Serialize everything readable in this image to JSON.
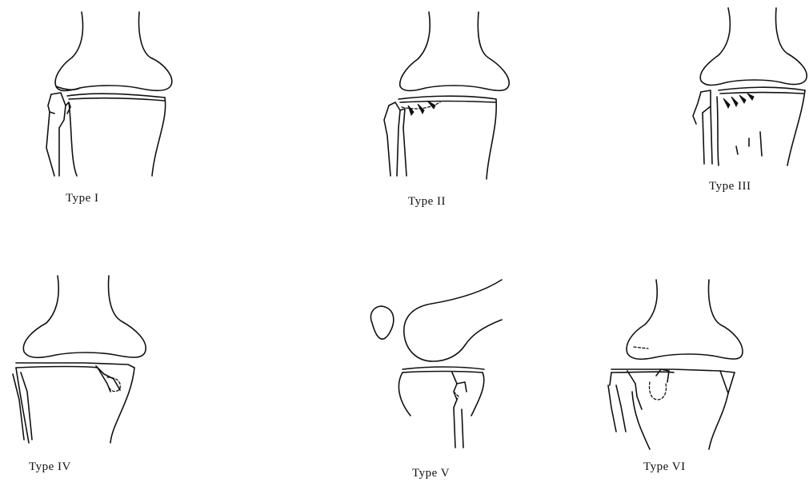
{
  "figure": {
    "panels": [
      {
        "label": "Type I"
      },
      {
        "label": "Type II"
      },
      {
        "label": "Type III"
      },
      {
        "label": "Type IV"
      },
      {
        "label": "Type V"
      },
      {
        "label": "Type VI"
      }
    ]
  }
}
